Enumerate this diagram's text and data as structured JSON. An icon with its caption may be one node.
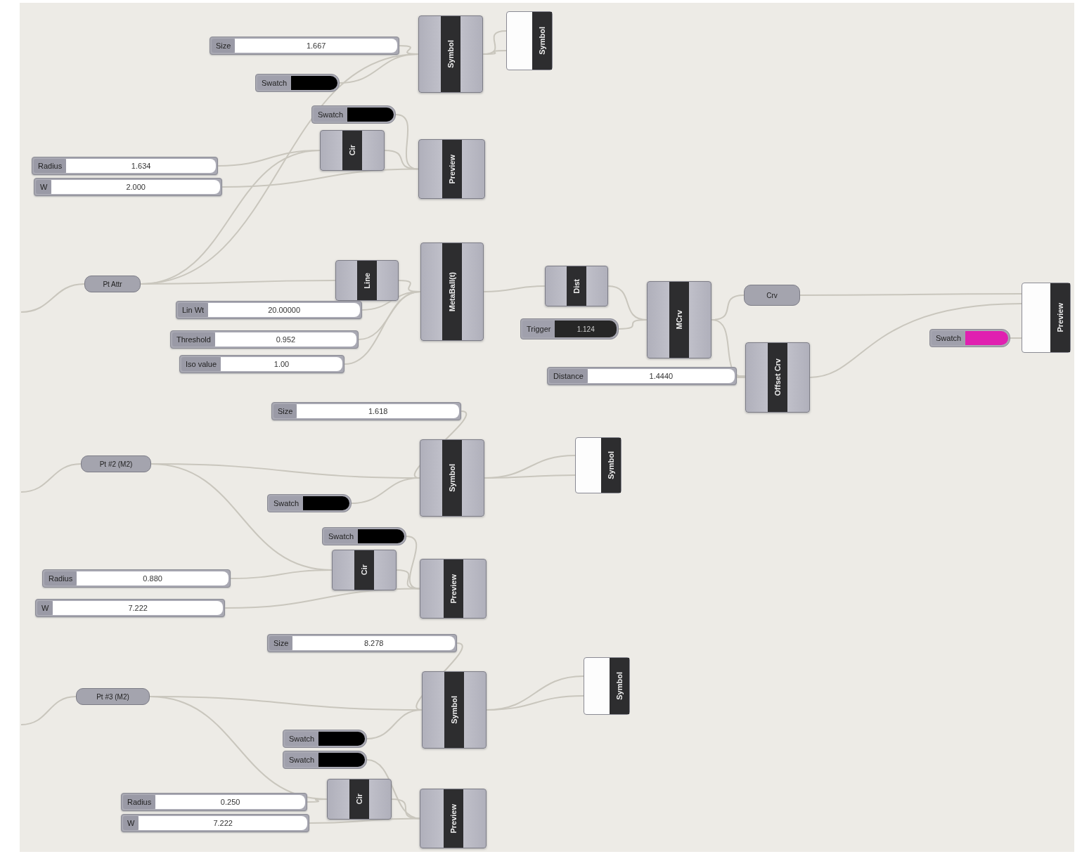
{
  "diagram": {
    "nodes": [
      {
        "text": [
          "Size",
          "1.667"
        ]
      },
      {
        "text": [
          "Swatch"
        ]
      },
      {
        "text": [
          "Symbol"
        ]
      },
      {
        "text": [
          "Symbol"
        ]
      },
      {
        "text": [
          "Swatch"
        ]
      },
      {
        "text": [
          "Cir"
        ]
      },
      {
        "text": [
          "Radius",
          "1.634"
        ]
      },
      {
        "text": [
          "W",
          "2.000"
        ]
      },
      {
        "text": [
          "Preview"
        ]
      },
      {
        "text": [
          "Pt Attr"
        ]
      },
      {
        "text": [
          "Line"
        ]
      },
      {
        "text": [
          "Lin Wt",
          "20.00000"
        ]
      },
      {
        "text": [
          "Threshold",
          "0.952"
        ]
      },
      {
        "text": [
          "Iso value",
          "1.00"
        ]
      },
      {
        "text": [
          "MetaBall(t)"
        ]
      },
      {
        "text": [
          "Dist"
        ]
      },
      {
        "text": [
          "Trigger",
          "1.124"
        ]
      },
      {
        "text": [
          "MCrv"
        ]
      },
      {
        "text": [
          "Crv"
        ]
      },
      {
        "text": [
          "Distance",
          "1.4440"
        ]
      },
      {
        "text": [
          "Offset Crv"
        ]
      },
      {
        "text": [
          "Swatch"
        ]
      },
      {
        "text": [
          "Preview"
        ]
      },
      {
        "text": [
          "Size",
          "1.618"
        ]
      },
      {
        "text": [
          "Pt #2 (M2)"
        ]
      },
      {
        "text": [
          "Symbol"
        ]
      },
      {
        "text": [
          "Symbol"
        ]
      },
      {
        "text": [
          "Swatch"
        ]
      },
      {
        "text": [
          "Swatch"
        ]
      },
      {
        "text": [
          "Cir"
        ]
      },
      {
        "text": [
          "Radius",
          "0.880"
        ]
      },
      {
        "text": [
          "W",
          "7.222"
        ]
      },
      {
        "text": [
          "Preview"
        ]
      },
      {
        "text": [
          "Size",
          "8.278"
        ]
      },
      {
        "text": [
          "Pt #3 (M2)"
        ]
      },
      {
        "text": [
          "Symbol"
        ]
      },
      {
        "text": [
          "Symbol"
        ]
      },
      {
        "text": [
          "Swatch"
        ]
      },
      {
        "text": [
          "Swatch"
        ]
      },
      {
        "text": [
          "Cir"
        ]
      },
      {
        "text": [
          "Radius",
          "0.250"
        ]
      },
      {
        "text": [
          "W",
          "7.222"
        ]
      },
      {
        "text": [
          "Preview"
        ]
      }
    ],
    "edges": [
      {
        "from": 0,
        "to": 2,
        "arrow": "none"
      },
      {
        "from": 1,
        "to": 2,
        "arrow": "none"
      },
      {
        "from": 9,
        "to": 2,
        "arrow": "none"
      },
      {
        "from": 2,
        "to": 3,
        "arrow": "none"
      },
      {
        "from": 2,
        "to": 3,
        "arrow": "none"
      },
      {
        "from": 9,
        "to": 5,
        "arrow": "none"
      },
      {
        "from": 6,
        "to": 5,
        "arrow": "none"
      },
      {
        "from": 4,
        "to": 8,
        "arrow": "none"
      },
      {
        "from": 5,
        "to": 8,
        "arrow": "none"
      },
      {
        "from": 7,
        "to": 8,
        "arrow": "none"
      },
      {
        "from": null,
        "to": 9,
        "arrow": "none"
      },
      {
        "from": 9,
        "to": 10,
        "arrow": "none"
      },
      {
        "from": 10,
        "to": 14,
        "arrow": "none"
      },
      {
        "from": 11,
        "to": 14,
        "arrow": "none"
      },
      {
        "from": 12,
        "to": 14,
        "arrow": "none"
      },
      {
        "from": 13,
        "to": 14,
        "arrow": "none"
      },
      {
        "from": 14,
        "to": 15,
        "arrow": "none"
      },
      {
        "from": 15,
        "to": 17,
        "arrow": "none"
      },
      {
        "from": 16,
        "to": 17,
        "arrow": "none"
      },
      {
        "from": 17,
        "to": 18,
        "arrow": "none"
      },
      {
        "from": 17,
        "to": 20,
        "arrow": "none"
      },
      {
        "from": 19,
        "to": 20,
        "arrow": "none"
      },
      {
        "from": 18,
        "to": 22,
        "arrow": "none"
      },
      {
        "from": 20,
        "to": 22,
        "arrow": "none"
      },
      {
        "from": 21,
        "to": 22,
        "arrow": "none"
      },
      {
        "from": null,
        "to": 24,
        "arrow": "none"
      },
      {
        "from": 23,
        "to": 25,
        "arrow": "none"
      },
      {
        "from": 24,
        "to": 25,
        "arrow": "none"
      },
      {
        "from": 27,
        "to": 25,
        "arrow": "none"
      },
      {
        "from": 25,
        "to": 26,
        "arrow": "none"
      },
      {
        "from": 25,
        "to": 26,
        "arrow": "none"
      },
      {
        "from": 24,
        "to": 29,
        "arrow": "none"
      },
      {
        "from": 30,
        "to": 29,
        "arrow": "none"
      },
      {
        "from": 28,
        "to": 32,
        "arrow": "none"
      },
      {
        "from": 29,
        "to": 32,
        "arrow": "none"
      },
      {
        "from": 31,
        "to": 32,
        "arrow": "none"
      },
      {
        "from": null,
        "to": 34,
        "arrow": "none"
      },
      {
        "from": 33,
        "to": 35,
        "arrow": "none"
      },
      {
        "from": 34,
        "to": 35,
        "arrow": "none"
      },
      {
        "from": 37,
        "to": 35,
        "arrow": "none"
      },
      {
        "from": 35,
        "to": 36,
        "arrow": "none"
      },
      {
        "from": 35,
        "to": 36,
        "arrow": "none"
      },
      {
        "from": 34,
        "to": 39,
        "arrow": "none"
      },
      {
        "from": 40,
        "to": 39,
        "arrow": "none"
      },
      {
        "from": 38,
        "to": 42,
        "arrow": "none"
      },
      {
        "from": 39,
        "to": 42,
        "arrow": "none"
      },
      {
        "from": 41,
        "to": 42,
        "arrow": "none"
      }
    ]
  }
}
